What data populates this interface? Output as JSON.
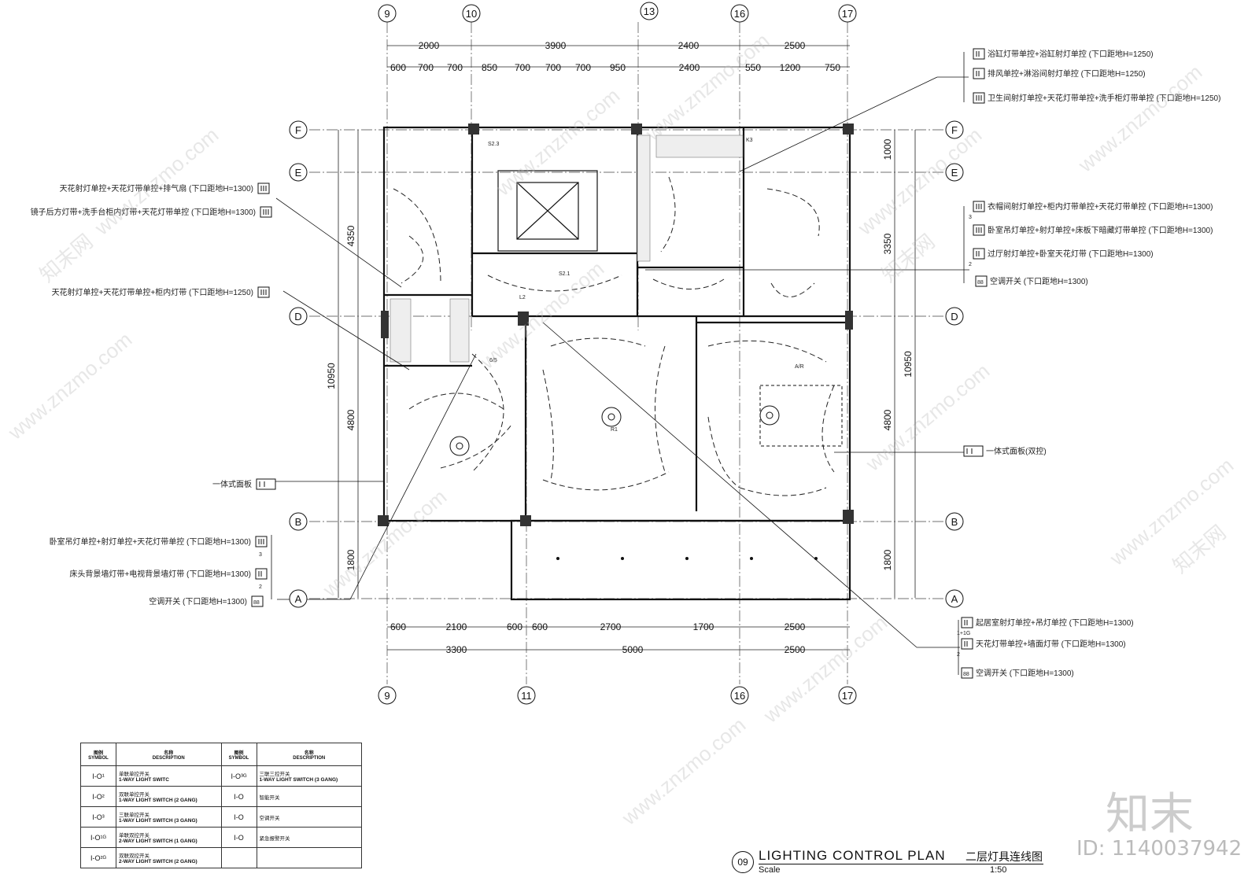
{
  "drawing": {
    "title_en": "LIGHTING  CONTROL PLAN",
    "title_cn": "二层灯具连线图",
    "scale_label": "Scale",
    "scale_value": "1:50",
    "sheet_number": "09"
  },
  "grid": {
    "top_axes": [
      "9",
      "10",
      "13",
      "16",
      "17"
    ],
    "bottom_axes": [
      "9",
      "11",
      "16",
      "17"
    ],
    "left_axes": [
      "F",
      "E",
      "D",
      "B",
      "A"
    ],
    "right_axes": [
      "F",
      "E",
      "D",
      "B",
      "A"
    ]
  },
  "dimensions": {
    "top_outer": [
      "2000",
      "3900",
      "2400",
      "2500"
    ],
    "top_inner": [
      "600",
      "700",
      "700",
      "850",
      "700",
      "700",
      "700",
      "950",
      "2400",
      "550",
      "1200",
      "750"
    ],
    "bottom_inner": [
      "600",
      "2100",
      "600",
      "600",
      "2700",
      "1700",
      "2500"
    ],
    "bottom_outer": [
      "3300",
      "5000",
      "2500"
    ],
    "left_total": "10950",
    "left_parts": [
      "4350",
      "4800",
      "1800"
    ],
    "right_total": "10950",
    "right_parts": [
      "1000",
      "3350",
      "4800",
      "1800"
    ]
  },
  "callouts_left": [
    {
      "text": "天花射灯单控+天花灯带单控+排气扇 (下口距地H=1300)",
      "icon": "triple-switch-icon"
    },
    {
      "text": "镜子后方灯带+洗手台柜内灯带+天花灯带单控 (下口距地H=1300)",
      "icon": "triple-switch-icon"
    },
    {
      "text": "天花射灯单控+天花灯带单控+柜内灯带 (下口距地H=1250)",
      "icon": "triple-switch-icon"
    },
    {
      "text": "一体式面板",
      "icon": "panel-icon"
    },
    {
      "text": "卧室吊灯单控+射灯单控+天花灯带单控 (下口距地H=1300)",
      "icon": "triple-switch-icon",
      "count": "3"
    },
    {
      "text": "床头背景墙灯带+电视背景墙灯带 (下口距地H=1300)",
      "icon": "double-switch-icon",
      "count": "2"
    },
    {
      "text": "空调开关 (下口距地H=1300)",
      "icon": "ac-switch-icon"
    }
  ],
  "callouts_right": [
    {
      "text": "浴缸灯带单控+浴缸射灯单控 (下口距地H=1250)",
      "icon": "double-switch-icon"
    },
    {
      "text": "排风单控+淋浴间射灯单控 (下口距地H=1250)",
      "icon": "double-switch-icon"
    },
    {
      "text": "卫生间射灯单控+天花灯带单控+洗手柜灯带单控 (下口距地H=1250)",
      "icon": "triple-switch-icon"
    },
    {
      "text": "衣帽间射灯单控+柜内灯带单控+天花灯带单控 (下口距地H=1300)",
      "icon": "triple-switch-icon",
      "count": "3"
    },
    {
      "text": "卧室吊灯单控+射灯单控+床板下暗藏灯带单控 (下口距地H=1300)",
      "icon": "triple-switch-icon"
    },
    {
      "text": "过厅射灯单控+卧室天花灯带 (下口距地H=1300)",
      "icon": "double-switch-icon",
      "count": "2"
    },
    {
      "text": "空调开关 (下口距地H=1300)",
      "icon": "ac-switch-icon"
    },
    {
      "text": "一体式面板(双控)",
      "icon": "panel-icon"
    },
    {
      "text": "起居室射灯单控+吊灯单控 (下口距地H=1300)",
      "icon": "double-switch-icon",
      "count": "1+1G"
    },
    {
      "text": "天花灯带单控+墙面灯带 (下口距地H=1300)",
      "icon": "double-switch-icon",
      "count": "2"
    },
    {
      "text": "空调开关 (下口距地H=1300)",
      "icon": "ac-switch-icon"
    }
  ],
  "room_tags": [
    "S2.1",
    "S2.3",
    "L2",
    "R1",
    "K3",
    "A/R",
    "6/5"
  ],
  "legend": {
    "headers": {
      "sym_cn": "图例",
      "sym_en": "SYMBOL",
      "desc_cn": "名称",
      "desc_en": "DESCRIPTION"
    },
    "left_rows": [
      {
        "sym": "I-O¹",
        "cn": "单联单控开关",
        "en": "1-WAY LIGHT SWITC"
      },
      {
        "sym": "I-O²",
        "cn": "双联单控开关",
        "en": "1-WAY LIGHT SWITCH (2 GANG)"
      },
      {
        "sym": "I-O³",
        "cn": "三联单控开关",
        "en": "1-WAY LIGHT SWITCH (3 GANG)"
      },
      {
        "sym": "I-O¹ᴳ",
        "cn": "单联双控开关",
        "en": "2-WAY LIGHT SWITCH (1 GANG)"
      },
      {
        "sym": "I-O²ᴳ",
        "cn": "双联双控开关",
        "en": "2-WAY LIGHT SWITCH (2 GANG)"
      }
    ],
    "right_rows": [
      {
        "sym": "I-O³ᴳ",
        "cn": "三联三控开关",
        "en": "1-WAY LIGHT SWITCH (3 GANG)"
      },
      {
        "sym": "I-O",
        "cn": "智能开关",
        "en": ""
      },
      {
        "sym": "I-O",
        "cn": "空调开关",
        "en": ""
      },
      {
        "sym": "I-O",
        "cn": "紧急报警开关",
        "en": ""
      },
      {
        "sym": "",
        "cn": "",
        "en": ""
      }
    ]
  },
  "watermark": {
    "site": "www.znzmo.com",
    "brand": "知末",
    "id": "ID: 1140037942",
    "cn_wm": "知末网"
  }
}
